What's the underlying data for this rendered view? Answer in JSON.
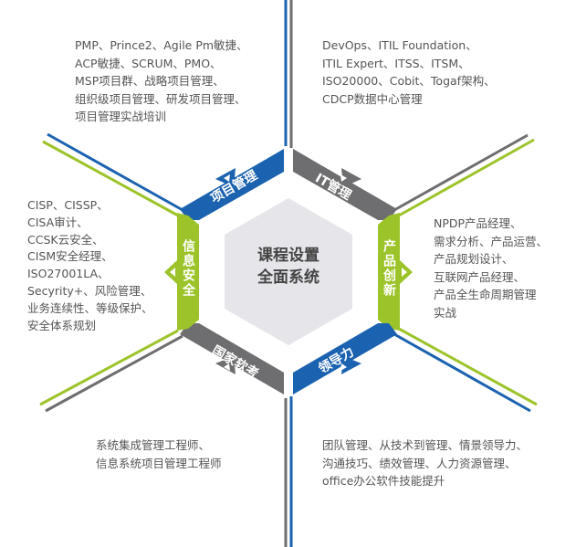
{
  "center": {
    "line1": "课程设置",
    "line2": "全面系统"
  },
  "colors": {
    "blue": "#1b62b0",
    "gray": "#6e6e70",
    "green": "#9cc42a",
    "center_fill": "#e5e5ea",
    "text": "#555555"
  },
  "segments": [
    {
      "id": "project",
      "label": "项目管理",
      "items": [
        "PMP、Prince2、Agile Pm敏捷、",
        "ACP敏捷、SCRUM、PMO、",
        "MSP项目群、战略项目管理、",
        "组织级项目管理、研发项目管理、",
        "项目管理实战培训"
      ]
    },
    {
      "id": "it",
      "label": "IT管理",
      "items": [
        "DevOps、ITIL Foundation、",
        "ITIL Expert、ITSS、ITSM、",
        "ISO20000、Cobit、Togaf架构、",
        "CDCP数据中心管理"
      ]
    },
    {
      "id": "product",
      "label": "产品创新",
      "items": [
        "NPDP产品经理、",
        "需求分析、产品运营、",
        "产品规划设计、",
        "互联网产品经理、",
        "产品全生命周期管理",
        "实战"
      ]
    },
    {
      "id": "leadership",
      "label": "领导力",
      "items": [
        "团队管理、从技术到管理、情景领导力、",
        "沟通技巧、绩效管理、人力资源管理、",
        "office办公软件技能提升"
      ]
    },
    {
      "id": "soft-exam",
      "label": "国家软考",
      "items": [
        "系统集成管理工程师、",
        "信息系统项目管理工程师"
      ]
    },
    {
      "id": "security",
      "label": "信息安全",
      "items": [
        "CISP、CISSP、",
        "CISA审计、",
        "CCSK云安全、",
        "CISM安全经理、",
        "ISO27001LA、",
        "Secyrity+、风险管理、",
        "业务连续性、等级保护、",
        "安全体系规划"
      ]
    }
  ]
}
